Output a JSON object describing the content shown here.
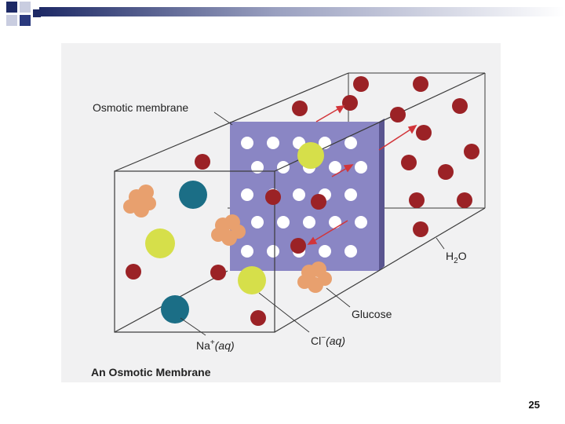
{
  "slide": {
    "number": "25"
  },
  "labels": {
    "membrane": "Osmotic membrane",
    "water": "H",
    "water_sub": "2",
    "water_end": "O",
    "glucose": "Glucose",
    "sodium": "Na",
    "sodium_sup": "+",
    "sodium_state": "(aq)",
    "chloride": "Cl",
    "chloride_sup": "−",
    "chloride_state": "(aq)",
    "caption": "An Osmotic Membrane"
  },
  "colors": {
    "header_gradient_start": "#1e2a66",
    "membrane": "#8a86c4",
    "water": "#9b2226",
    "sodium": "#1b6e86",
    "chloride": "#d6df4a",
    "glucose": "#e8a06e",
    "arrow": "#d2353a"
  }
}
